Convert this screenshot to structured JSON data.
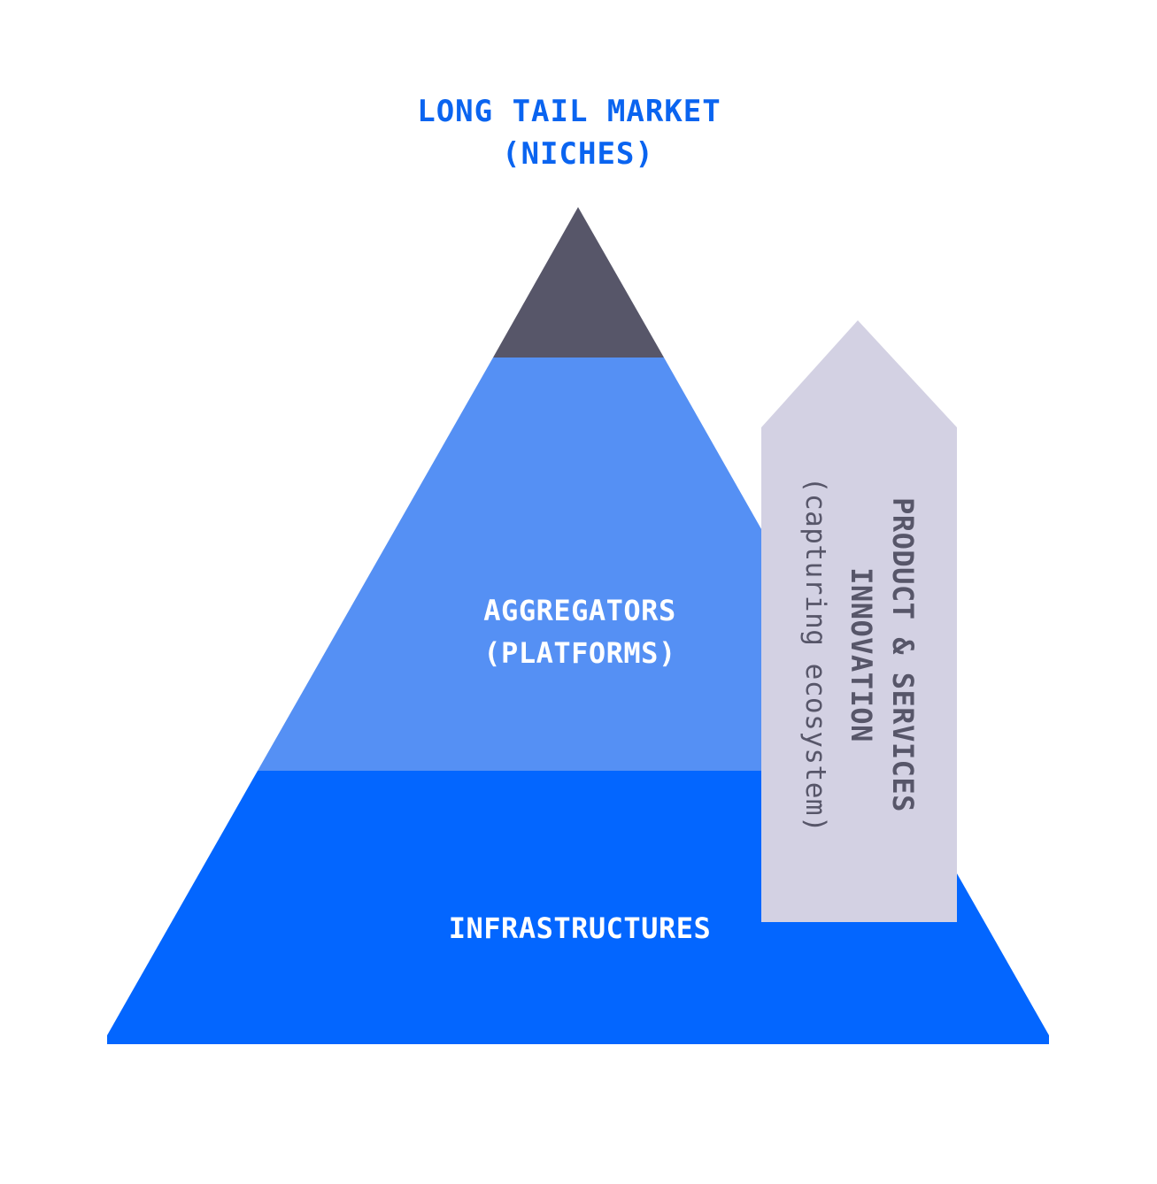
{
  "title": {
    "line1": "LONG TAIL MARKET",
    "line2": "(NICHES)"
  },
  "layers": {
    "middle": {
      "line1": "AGGREGATORS",
      "line2": "(PLATFORMS)"
    },
    "bottom": {
      "line1": "INFRASTRUCTURES"
    }
  },
  "arrow": {
    "line1": "PRODUCT & SERVICES",
    "line2": "INNOVATION",
    "line3": "(capturing ecosystem)"
  },
  "colors": {
    "title": "#0a64f0",
    "top_layer": "#575669",
    "middle_layer": "#5590f4",
    "bottom_layer": "#0366ff",
    "arrow_fill": "#d3d1e3",
    "arrow_text": "#575669",
    "layer_text": "#ffffff"
  }
}
